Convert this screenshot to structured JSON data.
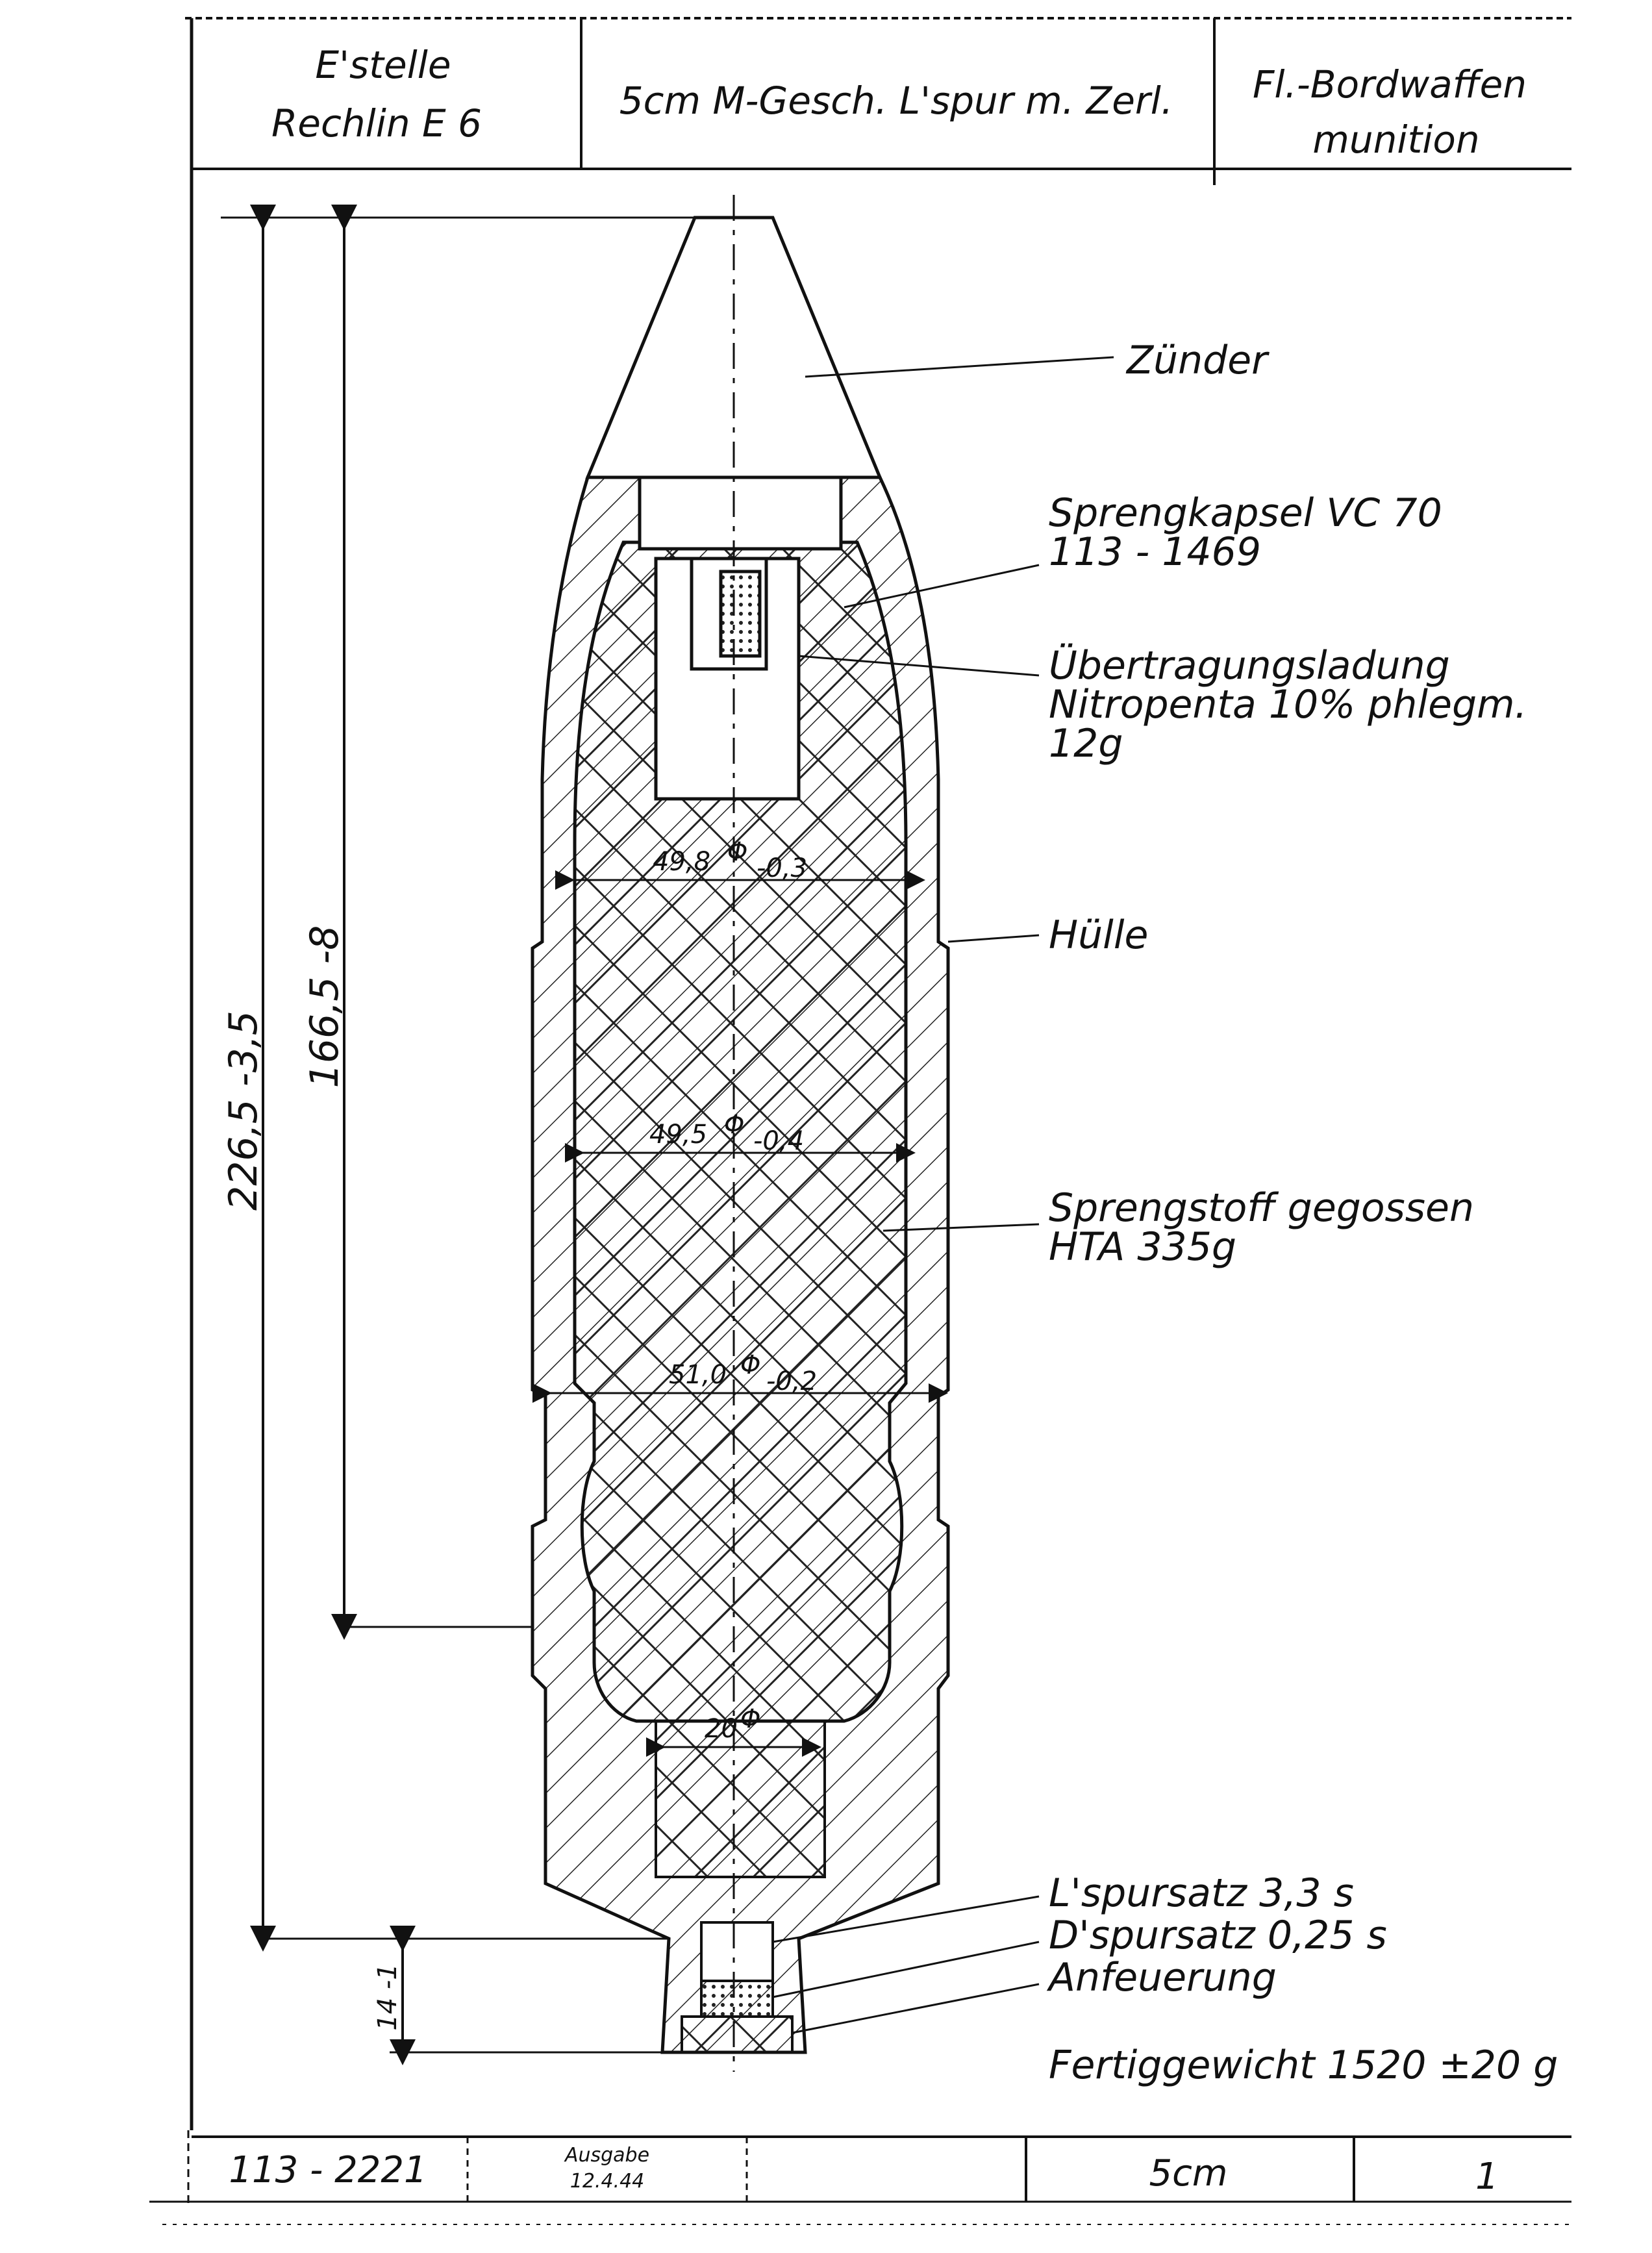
{
  "title_block": {
    "office": [
      "E'stelle",
      "Rechlin E 6"
    ],
    "designation": "5cm M-Gesch. L'spur m. Zerl.",
    "category": [
      "Fl.-Bordwaffen",
      "munition"
    ]
  },
  "labels": {
    "fuze": "Zünder",
    "detonator": [
      "Sprengkapsel VC 70",
      "113 - 1469"
    ],
    "booster": [
      "Übertragungsladung",
      "Nitropenta 10% phlegm.",
      "12g"
    ],
    "shell": "Hülle",
    "explosive": [
      "Sprengstoff gegossen",
      "HTA 335g"
    ],
    "tracer": "L'spursatz 3,3 s",
    "dim_tracer": "D'spursatz 0,25 s",
    "igniter": "Anfeuerung",
    "weight": "Fertiggewicht 1520 ±20 g"
  },
  "dimensions": {
    "total_length": "226,5 -3,5",
    "body_length": "166,5 -8",
    "base_length": "14 -1",
    "diam_upper": [
      "49,8",
      "Φ",
      "-0,3"
    ],
    "diam_middle": [
      "49,5",
      "Φ",
      "-0,4"
    ],
    "diam_band": [
      "51,0",
      "Φ",
      "-0,2"
    ],
    "diam_cavity": [
      "20",
      "Φ"
    ]
  },
  "footer": {
    "drawing_no": "113 - 2221",
    "issue_label": "Ausgabe",
    "issue_date": "12.4.44",
    "caliber": "5cm",
    "sheet": "1"
  }
}
